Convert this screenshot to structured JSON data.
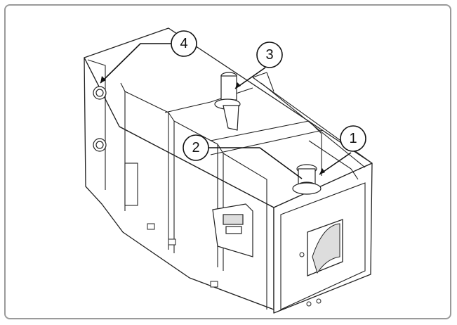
{
  "callouts": [
    {
      "label": "1",
      "name": "callout-1"
    },
    {
      "label": "2",
      "name": "callout-2"
    },
    {
      "label": "3",
      "name": "callout-3"
    },
    {
      "label": "4",
      "name": "callout-4"
    }
  ],
  "colors": {
    "line": "#222222",
    "panel": "#ffffff",
    "frame": "#9a9a9a",
    "shade": "#dddddd"
  }
}
